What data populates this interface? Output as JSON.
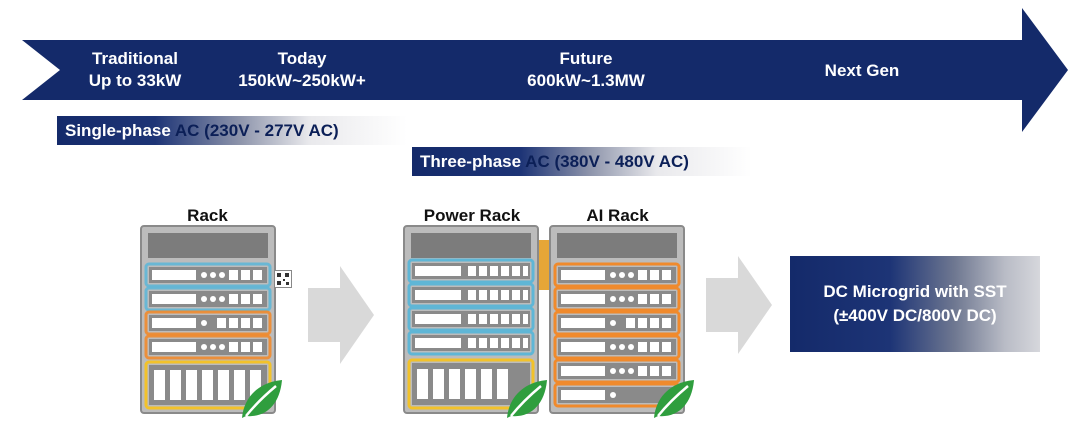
{
  "timeline": {
    "stages": [
      {
        "line1": "Traditional",
        "line2": "Up to 33kW"
      },
      {
        "line1": "Today",
        "line2": "150kW~250kW+"
      },
      {
        "line1": "Future",
        "line2": "600kW~1.3MW"
      },
      {
        "line1": "Next Gen",
        "line2": ""
      }
    ]
  },
  "power": {
    "single_phase": {
      "highlight": "Single-phase",
      "rest": " AC (230V - 277V AC)"
    },
    "three_phase": {
      "highlight": "Three-phase",
      "rest": " AC (380V - 480V AC)"
    }
  },
  "racks": {
    "rack_label": "Rack",
    "power_rack_label": "Power Rack",
    "ai_rack_label": "AI Rack"
  },
  "dc": {
    "line1_a": "DC Microgrid",
    "line1_b": " with SST",
    "line2_a": "(±400V DC",
    "line2_b": "/800V DC)"
  },
  "colors": {
    "navy": "#142a6a",
    "blue_glow": "#5fb6d6",
    "orange_glow": "#f08a2c",
    "yellow_glow": "#f2c22a",
    "leaf_green": "#2f9e3e",
    "arrow_grey": "#d9d9d9"
  },
  "icons": [
    "leaf-icon",
    "qr-code-icon",
    "right-arrow-icon"
  ]
}
